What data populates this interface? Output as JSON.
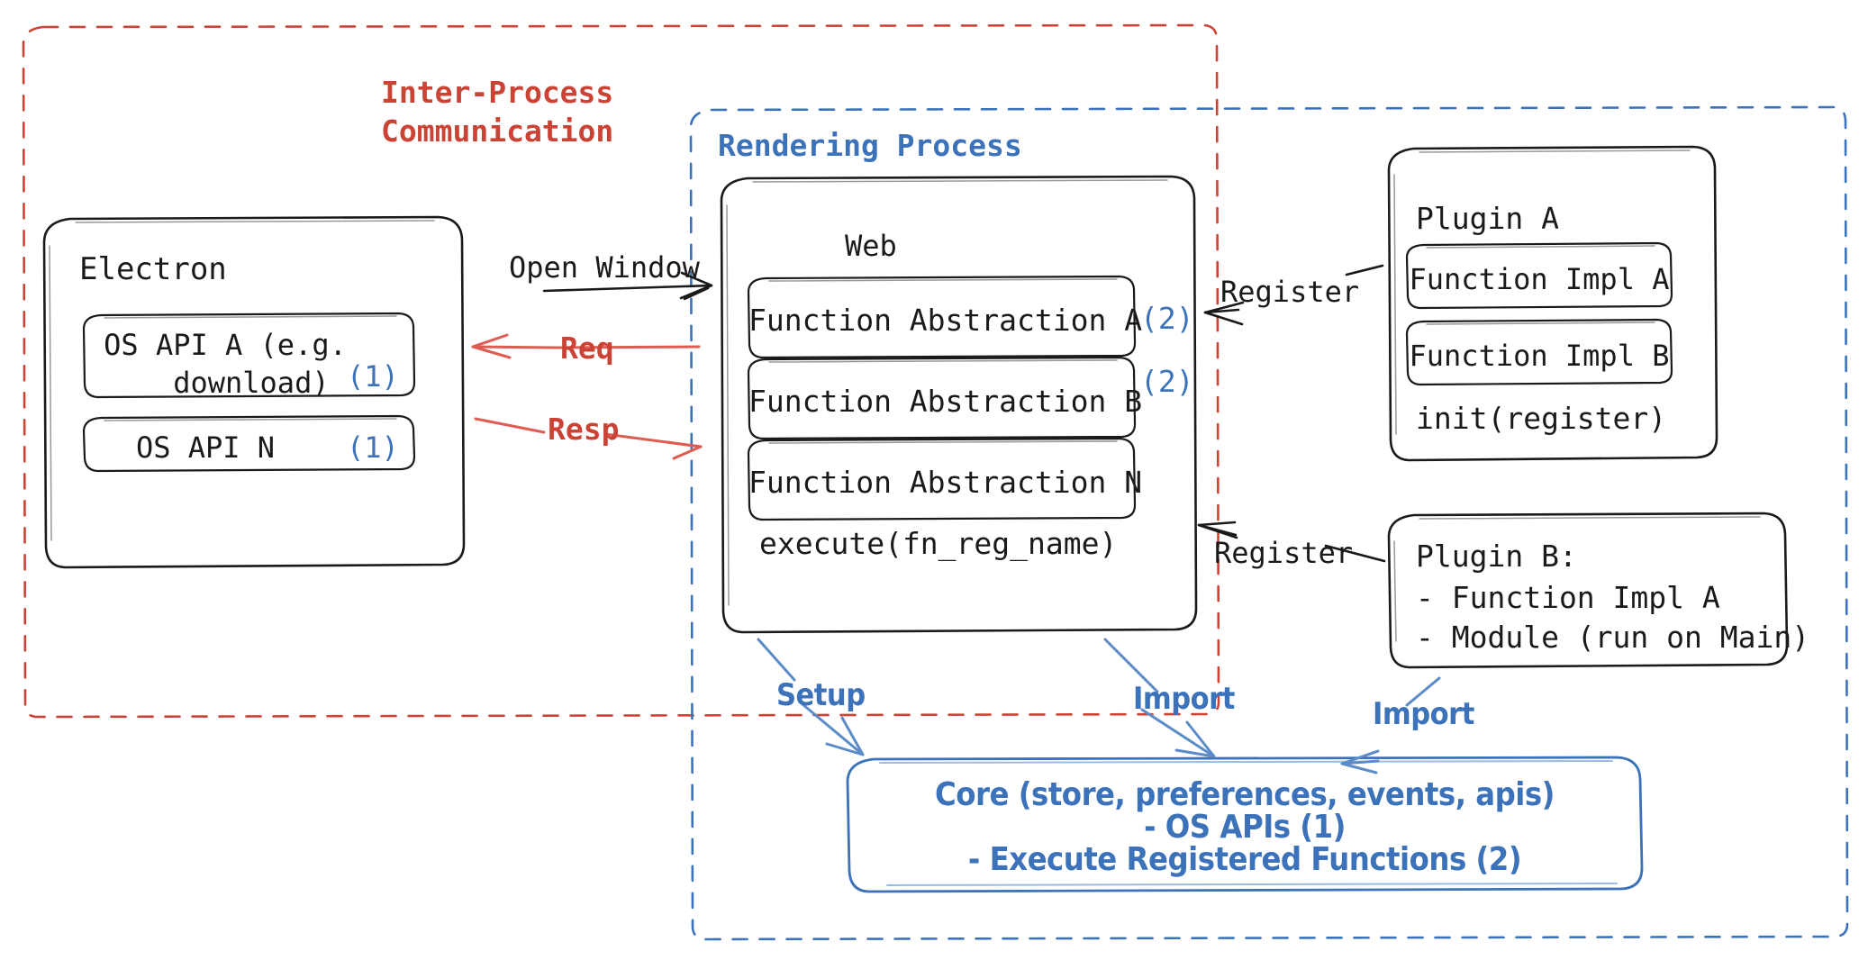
{
  "diagram": {
    "title_hidden": "",
    "groups": {
      "ipc": {
        "label": "Inter-Process\nCommunication",
        "color": "#cb4335",
        "style": "dashed"
      },
      "rendering": {
        "label": "Rendering Process",
        "color": "#3c72b9",
        "style": "dashed"
      }
    },
    "electron": {
      "title": "Electron",
      "items": [
        {
          "label": "OS API A (e.g.\n   download)",
          "marker": "(1)"
        },
        {
          "label": "OS API N",
          "marker": "(1)"
        }
      ]
    },
    "web": {
      "title": "Web",
      "items": [
        {
          "label": "Function Abstraction A",
          "marker": "(2)"
        },
        {
          "label": "Function Abstraction B",
          "marker": "(2)"
        },
        {
          "label": "Function Abstraction N",
          "marker": ""
        }
      ],
      "footer": "execute(fn_reg_name)"
    },
    "plugin_a": {
      "title": "Plugin A",
      "items": [
        {
          "label": "Function Impl A"
        },
        {
          "label": "Function Impl B"
        }
      ],
      "footer": "init(register)"
    },
    "plugin_b": {
      "lines": [
        "Plugin B:",
        "- Function Impl A",
        "- Module (run on Main)"
      ]
    },
    "core": {
      "lines": [
        "Core (store, preferences, events, apis)",
        "- OS APIs (1)",
        "- Execute Registered Functions (2)"
      ],
      "color": "#3c72b9"
    },
    "edges": [
      {
        "label": "Open Window",
        "color": "#1a1a1a",
        "from": "electron",
        "to": "web"
      },
      {
        "label": "Req",
        "color": "#cb4335",
        "from": "web",
        "to": "electron"
      },
      {
        "label": "Resp",
        "color": "#cb4335",
        "from": "electron",
        "to": "web"
      },
      {
        "label": "Register",
        "color": "#1a1a1a",
        "from": "plugin-a",
        "to": "web"
      },
      {
        "label": "Register",
        "color": "#1a1a1a",
        "from": "plugin-b",
        "to": "web"
      },
      {
        "label": "Setup",
        "color": "#3c72b9",
        "from": "web",
        "to": "core"
      },
      {
        "label": "Import",
        "color": "#3c72b9",
        "from": "web",
        "to": "core"
      },
      {
        "label": "Import",
        "color": "#3c72b9",
        "from": "plugin-b",
        "to": "core"
      }
    ]
  }
}
